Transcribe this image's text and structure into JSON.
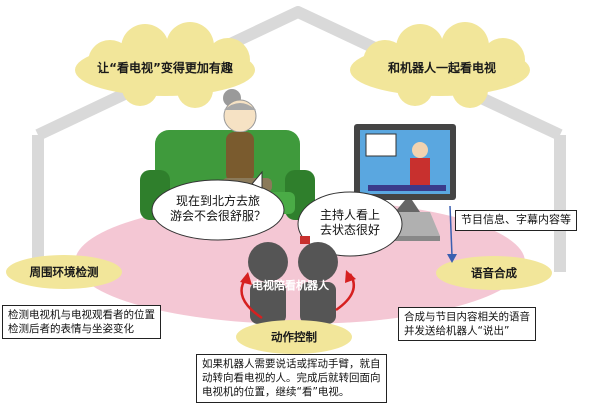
{
  "clouds": {
    "left": "让“看电视”变得更加有趣",
    "right": "和机器人一起看电视"
  },
  "bubbles": {
    "grandma": [
      "现在到北方去旅",
      "游会不会很舒服？"
    ],
    "robot": [
      "主持人看上",
      "去状态很好"
    ]
  },
  "center_label": "电视陪看机器人",
  "features": {
    "surround": {
      "title": "周围环境检测",
      "lines": [
        "检测电视机与电视观看者的位置",
        "检测后者的表情与坐姿变化"
      ]
    },
    "motion": {
      "title": "动作控制",
      "lines": [
        "如果机器人需要说话或挥动手臂，就自",
        "动转向看电视的人。完成后就转回面向",
        "电视机的位置，继续“看”电视。"
      ]
    },
    "speech": {
      "title": "语音合成",
      "lines": [
        "合成与节目内容相关的语音",
        "并发送给机器人“说出”"
      ]
    },
    "program_info": "节目信息、字幕内容等"
  },
  "colors": {
    "roof": "#d9d9d9",
    "cloud": "#f2e69a",
    "floor": "#f4c7d4",
    "sofa": "#3f9a3c",
    "oval": "#f2e69a",
    "arrow": "#d62020",
    "info_arrow": "#3a5fb0"
  }
}
